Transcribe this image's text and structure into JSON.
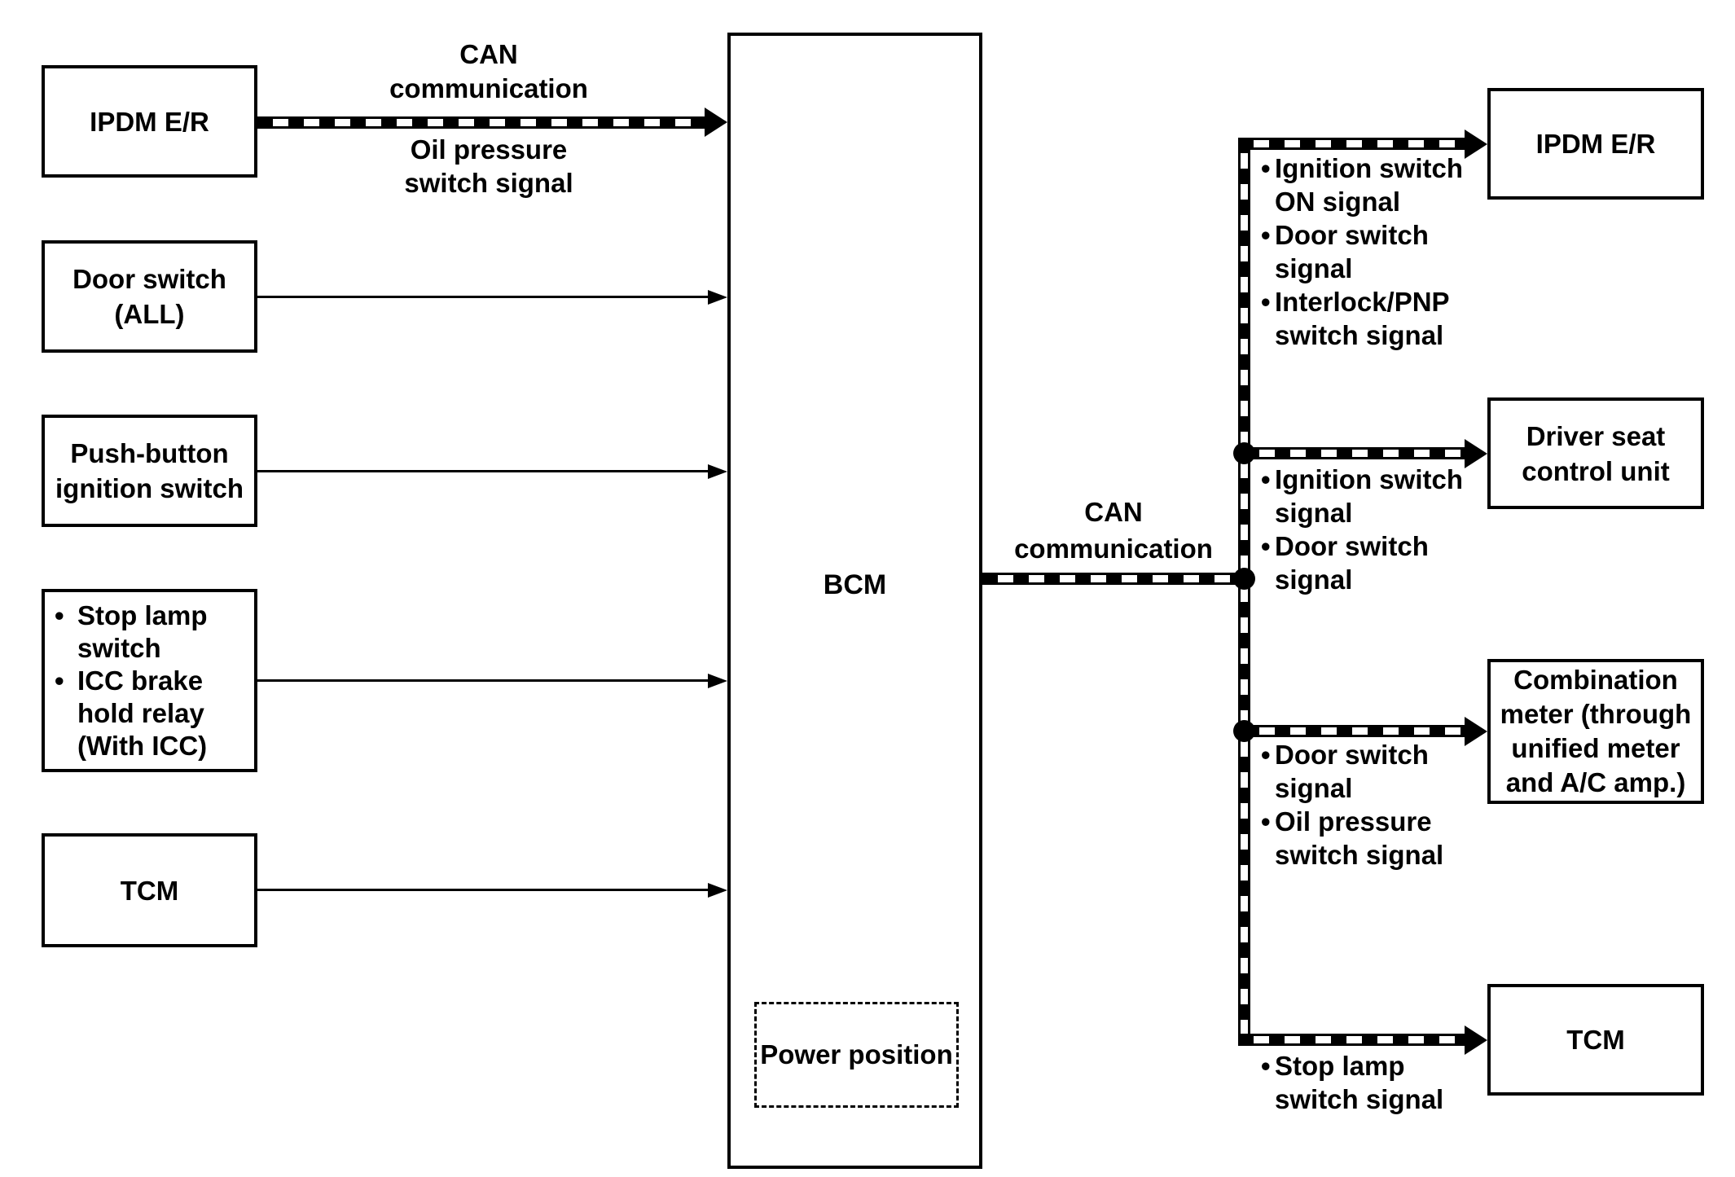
{
  "page": {
    "background": "#ffffff",
    "ink": "#000000",
    "bullet_char": "•"
  },
  "left_column": {
    "boxes": [
      {
        "id": "ipdm-er",
        "lines": [
          "IPDM E/R"
        ]
      },
      {
        "id": "door-switch",
        "lines": [
          "Door switch",
          "(ALL)"
        ]
      },
      {
        "id": "push-button-ignition-switch",
        "lines": [
          "Push-button",
          "ignition switch"
        ]
      },
      {
        "id": "stop-lamp-icc",
        "bullets": [
          {
            "lines": [
              "Stop lamp",
              "switch"
            ]
          },
          {
            "lines": [
              "ICC brake",
              "hold relay",
              "(With ICC)"
            ]
          }
        ]
      },
      {
        "id": "tcm",
        "lines": [
          "TCM"
        ]
      }
    ]
  },
  "center": {
    "bcm_label": "BCM",
    "power_position_label": "Power position"
  },
  "can_left": {
    "label_top": [
      "CAN",
      "communication"
    ],
    "label_bottom": [
      "Oil pressure",
      "switch signal"
    ]
  },
  "can_right": {
    "label": [
      "CAN",
      "communication"
    ]
  },
  "right_column": {
    "boxes": [
      {
        "id": "ipdm-er",
        "lines": [
          "IPDM E/R"
        ]
      },
      {
        "id": "driver-seat-control-unit",
        "lines": [
          "Driver seat",
          "control unit"
        ]
      },
      {
        "id": "combination-meter",
        "lines": [
          "Combination",
          "meter (through",
          "unified meter",
          "and A/C amp.)"
        ]
      },
      {
        "id": "tcm",
        "lines": [
          "TCM"
        ]
      }
    ],
    "signal_lists": [
      {
        "bullets": [
          {
            "lines": [
              "Ignition switch",
              "ON signal"
            ]
          },
          {
            "lines": [
              "Door switch",
              "signal"
            ]
          },
          {
            "lines": [
              "Interlock/PNP",
              "switch signal"
            ]
          }
        ]
      },
      {
        "bullets": [
          {
            "lines": [
              "Ignition switch",
              "signal"
            ]
          },
          {
            "lines": [
              "Door switch",
              "signal"
            ]
          }
        ]
      },
      {
        "bullets": [
          {
            "lines": [
              "Door switch",
              "signal"
            ]
          },
          {
            "lines": [
              "Oil pressure",
              "switch signal"
            ]
          }
        ]
      },
      {
        "bullets": [
          {
            "lines": [
              "Stop lamp",
              "switch signal"
            ]
          }
        ]
      }
    ]
  }
}
